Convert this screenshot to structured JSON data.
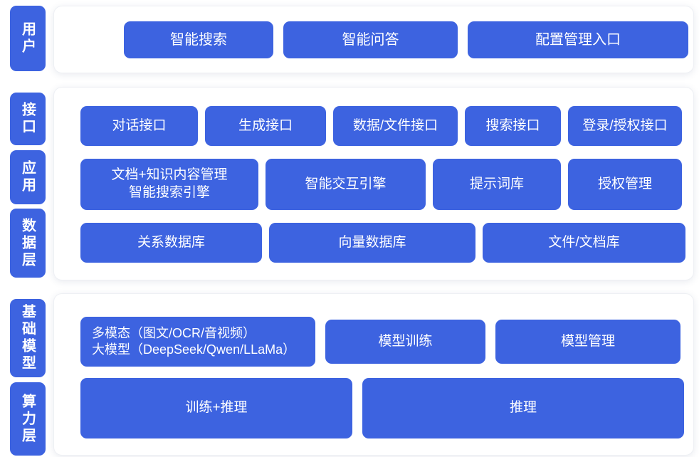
{
  "colors": {
    "primary": "#3d63e0",
    "background": "#ffffff",
    "node_text": "#ffffff"
  },
  "layers": {
    "user": {
      "label": "用户",
      "items": [
        "智能搜索",
        "智能问答",
        "配置管理入口"
      ]
    },
    "interface": {
      "label": "接口",
      "items": [
        "对话接口",
        "生成接口",
        "数据/文件接口",
        "搜索接口",
        "登录/授权接口"
      ]
    },
    "application": {
      "label": "应用",
      "doc_engine": {
        "line1": "文档+知识内容管理",
        "line2": "智能搜索引擎"
      },
      "items": [
        "智能交互引擎",
        "提示词库",
        "授权管理"
      ]
    },
    "data": {
      "label": "数据层",
      "items": [
        "关系数据库",
        "向量数据库",
        "文件/文档库"
      ]
    },
    "base_model": {
      "label": "基础模型",
      "llm": {
        "line1": "多模态（图文/OCR/音视频）",
        "line2": "大模型（DeepSeek/Qwen/LLaMa）"
      },
      "items": [
        "模型训练",
        "模型管理"
      ]
    },
    "compute": {
      "label": "算力层",
      "items": [
        "训练+推理",
        "推理"
      ]
    }
  }
}
